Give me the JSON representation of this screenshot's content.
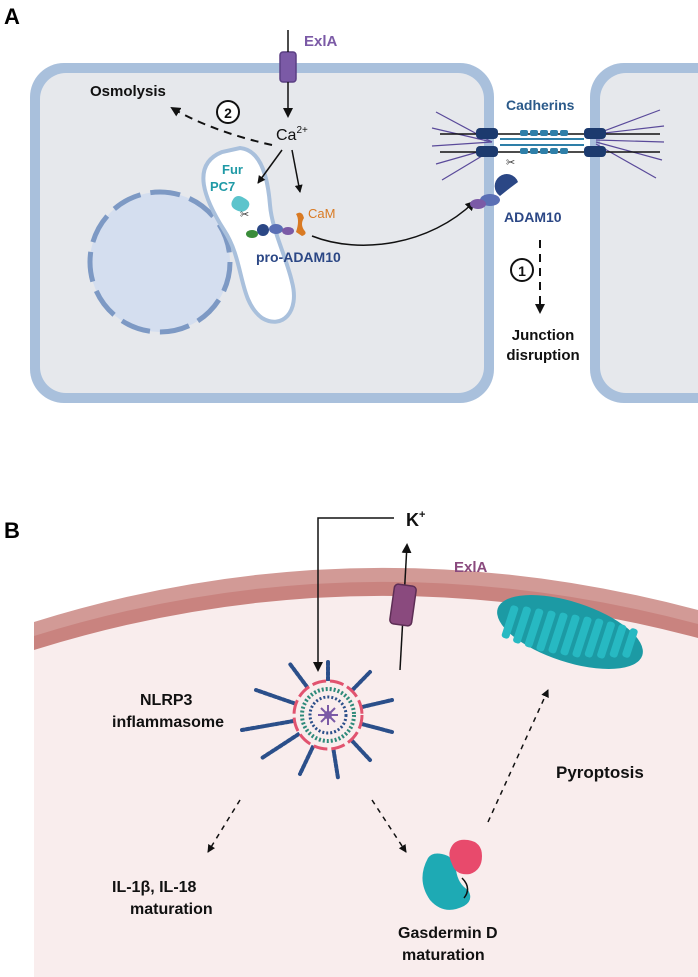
{
  "panel_a": {
    "letter": "A",
    "exla": "ExlA",
    "osmolysis": "Osmolysis",
    "step2": "2",
    "ca": "Ca",
    "ca_sup": "2+",
    "fur": "Fur",
    "pc7": "PC7",
    "cam": "CaM",
    "pro_adam10": "pro-ADAM10",
    "cadherins": "Cadherins",
    "adam10": "ADAM10",
    "step1": "1",
    "junction": "Junction",
    "disruption": "disruption"
  },
  "panel_b": {
    "letter": "B",
    "k": "K",
    "k_sup": "+",
    "exla": "ExlA",
    "nlrp3": "NLRP3",
    "inflammasome": "inflammasome",
    "il_line1": "IL-1β, IL-18",
    "il_line2": "maturation",
    "gsd_line1": "Gasdermin D",
    "gsd_line2": "maturation",
    "pyroptosis": "Pyroptosis"
  },
  "colors": {
    "cell_fill": "#e6e8ec",
    "membrane": "#a9c0dc",
    "membrane_dark": "#7d99c4",
    "exla_purple": "#7b5aa6",
    "teal": "#1f9aa6",
    "navy": "#2b4785",
    "orange": "#d97a23",
    "b_cell_fill": "#f9eded",
    "b_membrane": "#d29a96",
    "b_membrane_inner": "#b8716d",
    "pink": "#e1536f",
    "gasdermin_teal": "#1eaab4",
    "gasdermin_pink": "#e84a6c"
  }
}
